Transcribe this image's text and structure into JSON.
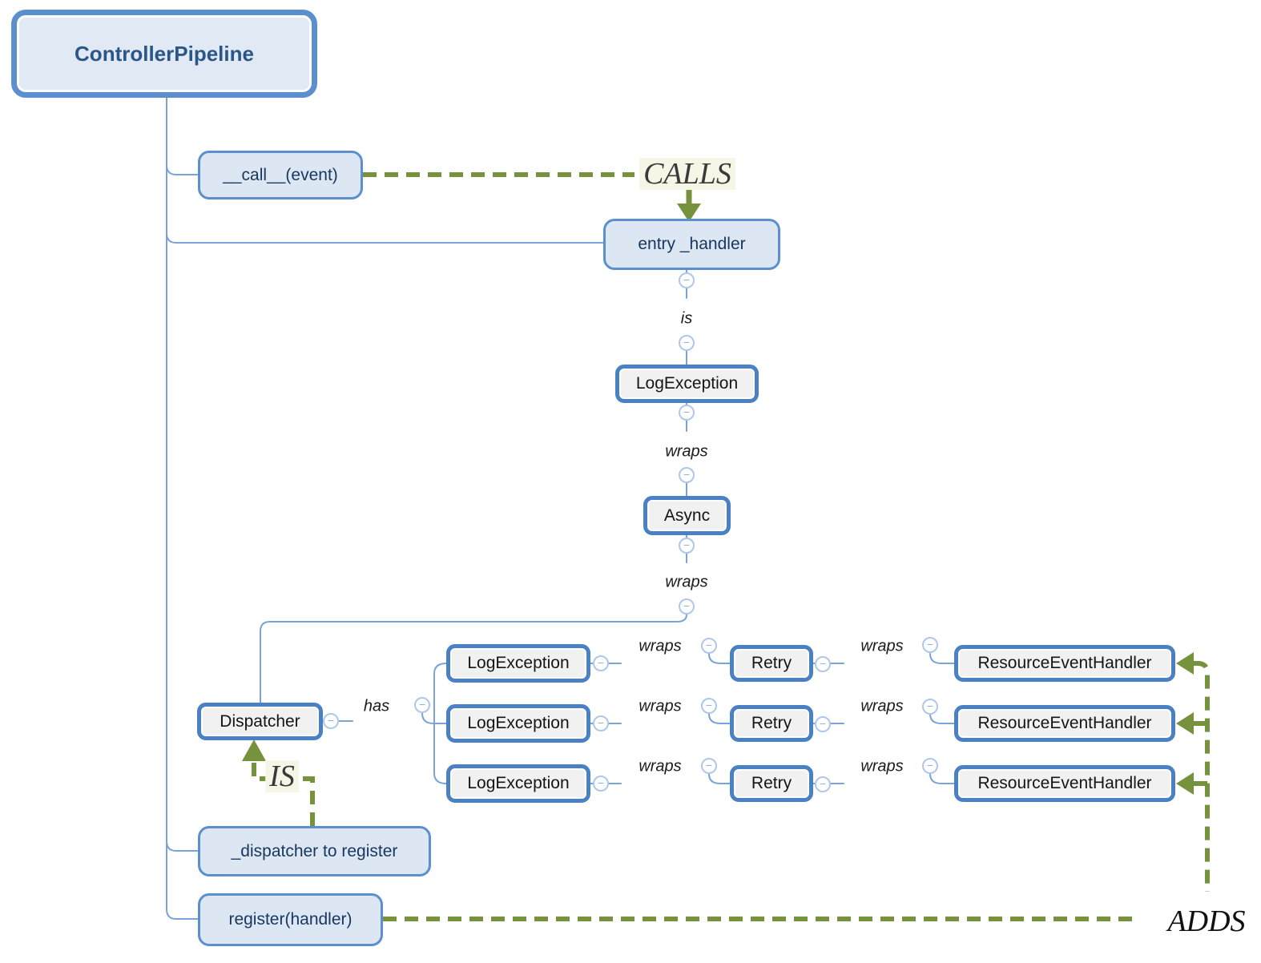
{
  "diagram": {
    "collapse_glyph": "−",
    "root": {
      "label": "ControllerPipeline"
    },
    "pipeline": {
      "call_method": "__call__(event)",
      "entry_handler": "entry _handler",
      "chain": {
        "is": "is",
        "log_exception": "LogException",
        "wraps1": "wraps",
        "async": "Async",
        "wraps2": "wraps"
      },
      "dispatcher": "Dispatcher",
      "has": "has",
      "dispatcher_field": "_dispatcher to register",
      "register_method": "register(handler)"
    },
    "rows": [
      {
        "log_exception": "LogException",
        "wraps1": "wraps",
        "retry": "Retry",
        "wraps2": "wraps",
        "resource_event_handler": "ResourceEventHandler"
      },
      {
        "log_exception": "LogException",
        "wraps1": "wraps",
        "retry": "Retry",
        "wraps2": "wraps",
        "resource_event_handler": "ResourceEventHandler"
      },
      {
        "log_exception": "LogException",
        "wraps1": "wraps",
        "retry": "Retry",
        "wraps2": "wraps",
        "resource_event_handler": "ResourceEventHandler"
      }
    ],
    "relationships": {
      "calls": "CALLS",
      "is": "IS",
      "adds": "ADDS"
    },
    "colors": {
      "accent_blue": "#4f81bd",
      "node_fill_blue": "#dce7f3",
      "node_fill_gray": "#f1f1f1",
      "connector_blue": "#7aa3d8",
      "relationship_green": "#76923c",
      "text_navy": "#17375e"
    }
  }
}
